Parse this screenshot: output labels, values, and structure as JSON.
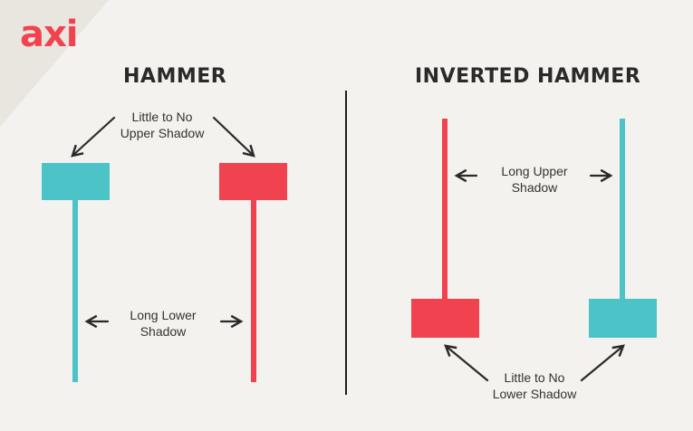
{
  "logo": "axi",
  "colors": {
    "bullish": "#4cc3c7",
    "bearish": "#f0434f",
    "text": "#2a2a2a",
    "brand": "#f0434f"
  },
  "hammer": {
    "title": "HAMMER",
    "upper_label_line1": "Little to No",
    "upper_label_line2": "Upper Shadow",
    "lower_label_line1": "Long Lower",
    "lower_label_line2": "Shadow"
  },
  "inverted_hammer": {
    "title": "INVERTED HAMMER",
    "upper_label_line1": "Long Upper",
    "upper_label_line2": "Shadow",
    "lower_label_line1": "Little to No",
    "lower_label_line2": "Lower Shadow"
  }
}
